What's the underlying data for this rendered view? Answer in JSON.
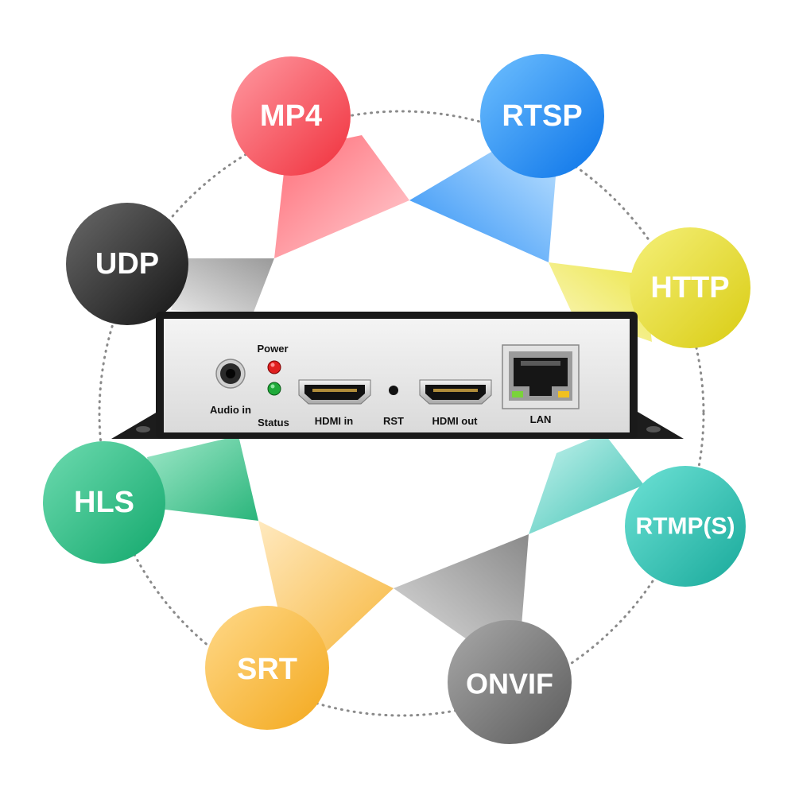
{
  "protocols": [
    {
      "id": "mp4",
      "label": "MP4",
      "color_light": "#ff9aa2",
      "color_dark": "#f0303c"
    },
    {
      "id": "rtsp",
      "label": "RTSP",
      "color_light": "#6fc0ff",
      "color_dark": "#0a73e8"
    },
    {
      "id": "http",
      "label": "HTTP",
      "color_light": "#f5f07a",
      "color_dark": "#d9cc12"
    },
    {
      "id": "rtmps",
      "label": "RTMP(S)",
      "color_light": "#6ee2d6",
      "color_dark": "#18a99a"
    },
    {
      "id": "onvif",
      "label": "ONVIF",
      "color_light": "#a9a9a9",
      "color_dark": "#5b5b5b"
    },
    {
      "id": "srt",
      "label": "SRT",
      "color_light": "#ffd98a",
      "color_dark": "#f3a81c"
    },
    {
      "id": "hls",
      "label": "HLS",
      "color_light": "#6edbb0",
      "color_dark": "#12a86c"
    },
    {
      "id": "udp",
      "label": "UDP",
      "color_light": "#6a6a6a",
      "color_dark": "#141414"
    }
  ],
  "device": {
    "audio_label": "Audio in",
    "power_label": "Power",
    "status_label": "Status",
    "hdmi_in_label": "HDMI in",
    "rst_label": "RST",
    "hdmi_out_label": "HDMI out",
    "lan_label": "LAN",
    "power_led_color": "#e02020",
    "status_led_color": "#1faa3a"
  }
}
